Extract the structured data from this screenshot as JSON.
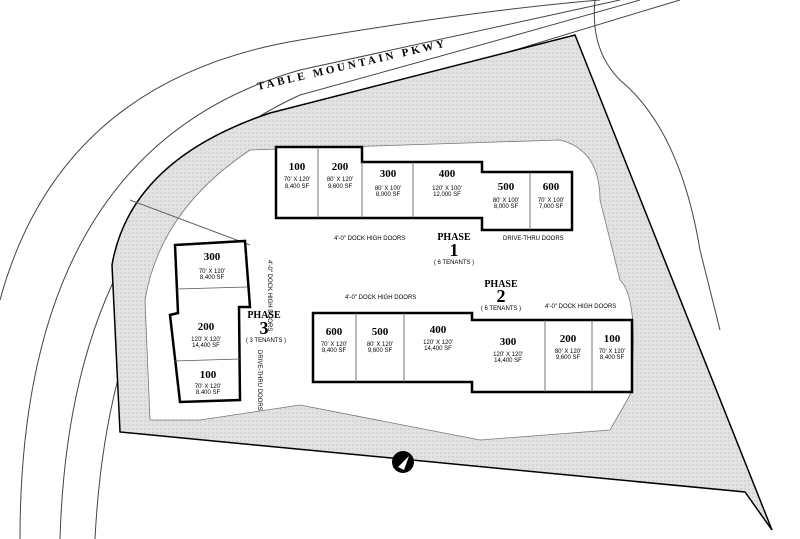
{
  "road_name": "TABLE MOUNTAIN PKWY",
  "colors": {
    "site_fill": "#dcdcdc",
    "building_fill": "#ffffff",
    "outline": "#000000"
  },
  "north_arrow_icon": "north-arrow-icon",
  "phase1": {
    "title": "PHASE",
    "number": "1",
    "tenants": "( 6 TENANTS )",
    "dock_note": "4'-0\" DOCK HIGH DOORS",
    "drive_note": "DRIVE-THRU DOORS",
    "units": [
      {
        "num": "100",
        "dim": "70' X 120'",
        "sf": "8,400 SF"
      },
      {
        "num": "200",
        "dim": "80' X 120'",
        "sf": "9,600 SF"
      },
      {
        "num": "300",
        "dim": "80' X 100'",
        "sf": "8,000 SF"
      },
      {
        "num": "400",
        "dim": "120' X 100'",
        "sf": "12,000 SF"
      },
      {
        "num": "500",
        "dim": "80' X 100'",
        "sf": "8,000 SF"
      },
      {
        "num": "600",
        "dim": "70' X 100'",
        "sf": "7,000 SF"
      }
    ]
  },
  "phase2": {
    "title": "PHASE",
    "number": "2",
    "tenants": "( 6 TENANTS )",
    "dock_note_left": "4'-0\" DOCK HIGH DOORS",
    "dock_note_right": "4'-0\" DOCK HIGH DOORS",
    "units": [
      {
        "num": "600",
        "dim": "70' X 120'",
        "sf": "8,400 SF"
      },
      {
        "num": "500",
        "dim": "80' X 120'",
        "sf": "9,600 SF"
      },
      {
        "num": "400",
        "dim": "120' X 120'",
        "sf": "14,400 SF"
      },
      {
        "num": "300",
        "dim": "120' X 120'",
        "sf": "14,400 SF"
      },
      {
        "num": "200",
        "dim": "80' X 120'",
        "sf": "9,600 SF"
      },
      {
        "num": "100",
        "dim": "70' X 120'",
        "sf": "8,400 SF"
      }
    ]
  },
  "phase3": {
    "title": "PHASE",
    "number": "3",
    "tenants": "( 3 TENANTS )",
    "dock_note": "4'-0\" DOCK HIGH DOORS",
    "drive_note": "DRIVE-THRU DOORS",
    "units": [
      {
        "num": "300",
        "dim": "70' X 120'",
        "sf": "8,400 SF"
      },
      {
        "num": "200",
        "dim": "120' X 120'",
        "sf": "14,400 SF"
      },
      {
        "num": "100",
        "dim": "70' X 120'",
        "sf": "8,400 SF"
      }
    ]
  }
}
